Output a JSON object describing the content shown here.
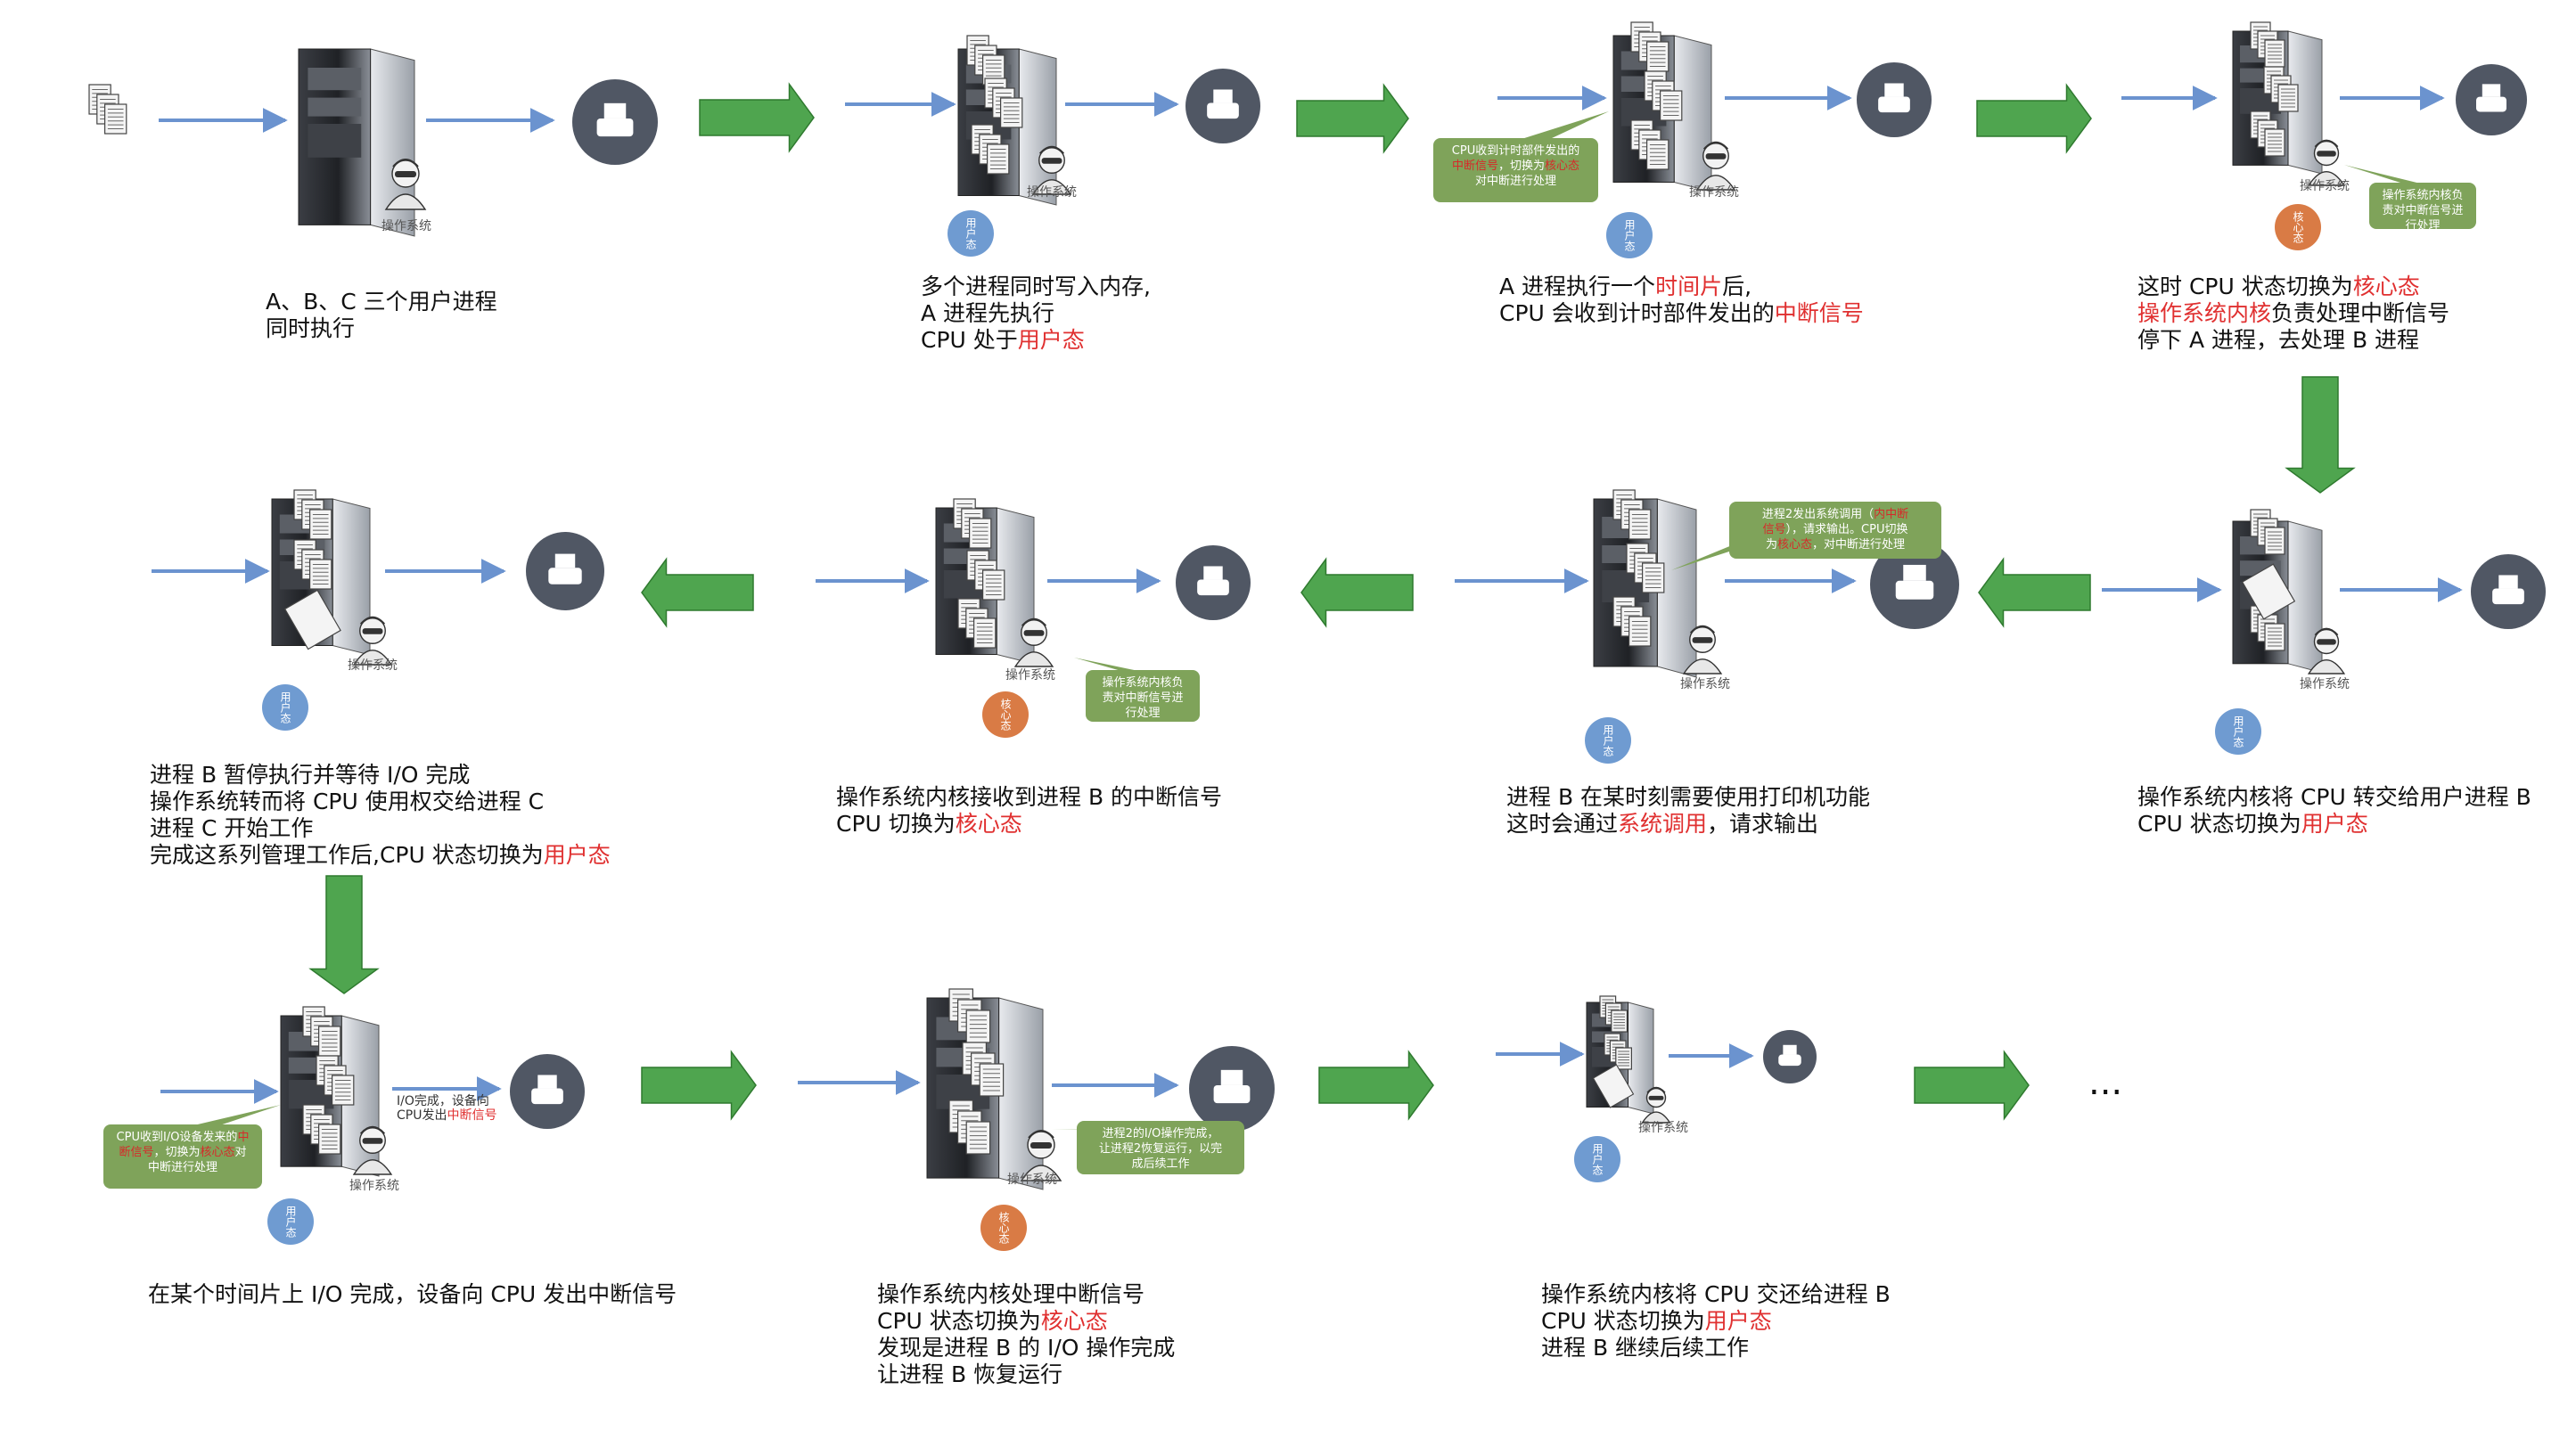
{
  "colors": {
    "highlight": "#e03030",
    "bubble": "#7fa35a",
    "user_mode": "#6f9bd1",
    "kernel_mode": "#d97b45",
    "flow_arrow": "#4fa54f",
    "line_arrow": "#6b93cf",
    "printer_circle": "#505764"
  },
  "common": {
    "os_label": "操作系统",
    "user_mode": "用户态",
    "kernel_mode": "核心态"
  },
  "steps": [
    {
      "id": 1,
      "lines": [
        [
          {
            "t": "A、B、C 三个用户进程"
          }
        ],
        [
          {
            "t": "同时执行"
          }
        ]
      ],
      "mode": "none"
    },
    {
      "id": 2,
      "lines": [
        [
          {
            "t": "多个进程同时写入内存,"
          }
        ],
        [
          {
            "t": "A 进程先执行"
          }
        ],
        [
          {
            "t": "CPU 处于"
          },
          {
            "t": "用户态",
            "h": 1
          }
        ]
      ],
      "mode": "user"
    },
    {
      "id": 3,
      "lines": [
        [
          {
            "t": "A 进程执行一个"
          },
          {
            "t": "时间片",
            "h": 1
          },
          {
            "t": "后,"
          }
        ],
        [
          {
            "t": "CPU 会收到计时部件发出的"
          },
          {
            "t": "中断信号",
            "h": 1
          }
        ]
      ],
      "mode": "user",
      "bubble": [
        [
          {
            "t": "CPU收到计时部件发出的"
          }
        ],
        [
          {
            "t": "中断信号",
            "h": 1
          },
          {
            "t": "，切换为"
          },
          {
            "t": "核心态",
            "h": 1
          }
        ],
        [
          {
            "t": "对中断进行处理"
          }
        ]
      ]
    },
    {
      "id": 4,
      "lines": [
        [
          {
            "t": "这时 CPU 状态切换为"
          },
          {
            "t": "核心态",
            "h": 1
          }
        ],
        [
          {
            "t": "操作系统内核",
            "h": 1
          },
          {
            "t": "负责处理中断信号"
          }
        ],
        [
          {
            "t": "停下 A 进程，去处理 B 进程"
          }
        ]
      ],
      "mode": "kernel",
      "bubble": [
        [
          {
            "t": "操作系统内核负"
          }
        ],
        [
          {
            "t": "责对中断信号进"
          }
        ],
        [
          {
            "t": "行处理"
          }
        ]
      ]
    },
    {
      "id": 5,
      "lines": [
        [
          {
            "t": "操作系统内核将 CPU 转交给用户进程 B"
          }
        ],
        [
          {
            "t": "CPU 状态切换为"
          },
          {
            "t": "用户态",
            "h": 1
          }
        ]
      ],
      "mode": "user"
    },
    {
      "id": 6,
      "lines": [
        [
          {
            "t": "进程 B 在某时刻需要使用打印机功能"
          }
        ],
        [
          {
            "t": "这时会通过"
          },
          {
            "t": "系统调用",
            "h": 1
          },
          {
            "t": "，请求输出"
          }
        ]
      ],
      "mode": "user",
      "bubble": [
        [
          {
            "t": "进程2发出系统调用（"
          },
          {
            "t": "内中断",
            "h": 1
          }
        ],
        [
          {
            "t": "信号",
            "h": 1
          },
          {
            "t": "），请求输出。CPU切换"
          }
        ],
        [
          {
            "t": "为"
          },
          {
            "t": "核心态",
            "h": 1
          },
          {
            "t": "，对中断进行处理"
          }
        ]
      ]
    },
    {
      "id": 7,
      "lines": [
        [
          {
            "t": "操作系统内核接收到进程 B 的中断信号"
          }
        ],
        [
          {
            "t": "CPU 切换为"
          },
          {
            "t": "核心态",
            "h": 1
          }
        ]
      ],
      "mode": "kernel",
      "bubble": [
        [
          {
            "t": "操作系统内核负"
          }
        ],
        [
          {
            "t": "责对中断信号进"
          }
        ],
        [
          {
            "t": "行处理"
          }
        ]
      ]
    },
    {
      "id": 8,
      "lines": [
        [
          {
            "t": "进程 B 暂停执行并等待 I/O 完成"
          }
        ],
        [
          {
            "t": "操作系统转而将 CPU 使用权交给进程 C"
          }
        ],
        [
          {
            "t": "进程 C 开始工作"
          }
        ],
        [
          {
            "t": "完成这系列管理工作后,CPU 状态切换为"
          },
          {
            "t": "用户态",
            "h": 1
          }
        ]
      ],
      "mode": "user"
    },
    {
      "id": 9,
      "lines": [
        [
          {
            "t": "在某个时间片上 I/O 完成，设备向 CPU 发出中断信号"
          }
        ]
      ],
      "mode": "user",
      "bubble": [
        [
          {
            "t": "CPU收到I/O设备发来的"
          },
          {
            "t": "中",
            "h": 1
          }
        ],
        [
          {
            "t": "断信号",
            "h": 1
          },
          {
            "t": "，切换为"
          },
          {
            "t": "核心态",
            "h": 1
          },
          {
            "t": "对"
          }
        ],
        [
          {
            "t": "中断进行处理"
          }
        ]
      ],
      "io_note": [
        [
          {
            "t": "I/O完成，设备向"
          }
        ],
        [
          {
            "t": "CPU发出"
          },
          {
            "t": "中断信号",
            "h": 1
          }
        ]
      ]
    },
    {
      "id": 10,
      "lines": [
        [
          {
            "t": "操作系统内核处理中断信号"
          }
        ],
        [
          {
            "t": "CPU 状态切换为"
          },
          {
            "t": "核心态",
            "h": 1
          }
        ],
        [
          {
            "t": "发现是进程 B 的 I/O 操作完成"
          }
        ],
        [
          {
            "t": "让进程 B 恢复运行"
          }
        ]
      ],
      "mode": "kernel",
      "bubble": [
        [
          {
            "t": "进程2的I/O操作完成，"
          }
        ],
        [
          {
            "t": "让进程2恢复运行，以完"
          }
        ],
        [
          {
            "t": "成后续工作"
          }
        ]
      ]
    },
    {
      "id": 11,
      "lines": [
        [
          {
            "t": "操作系统内核将 CPU 交还给进程 B"
          }
        ],
        [
          {
            "t": "CPU 状态切换为"
          },
          {
            "t": "用户态",
            "h": 1
          }
        ],
        [
          {
            "t": "进程 B 继续后续工作"
          }
        ]
      ],
      "mode": "user"
    }
  ],
  "ellipsis": "..."
}
